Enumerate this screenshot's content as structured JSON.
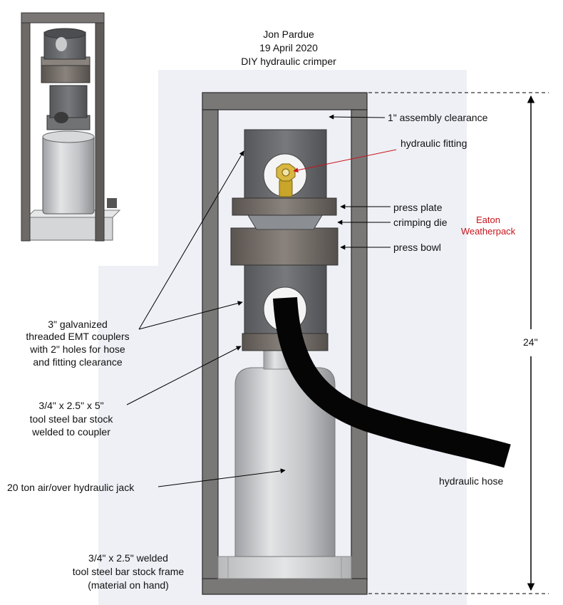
{
  "header": {
    "author": "Jon Pardue",
    "date": "19 April 2020",
    "title": "DIY hydraulic crimper"
  },
  "labels": {
    "assembly_clearance": "1\" assembly clearance",
    "hydraulic_fitting": "hydraulic fitting",
    "press_plate": "press plate",
    "crimping_die": "crimping die",
    "press_bowl": "press bowl",
    "eaton_line1": "Eaton",
    "eaton_line2": "Weatherpack",
    "dimension": "24\"",
    "couplers": [
      "3\" galvanized",
      "threaded EMT couplers",
      "with 2\" holes for hose",
      "and fitting clearance"
    ],
    "bar_stock": [
      "3/4\" x 2.5\" x 5\"",
      "tool steel bar stock",
      "welded to coupler"
    ],
    "jack": "20 ton air/over hydraulic jack",
    "hose": "hydraulic hose",
    "frame": [
      "3/4\" x 2.5\" welded",
      "tool steel bar stock frame",
      "(material on hand)"
    ]
  },
  "colors": {
    "frame": "#7a7877",
    "coupler": "#66686b",
    "jack": "#bfc1c4",
    "hose": "#050505",
    "fitting": "#c9a52a",
    "accent_red": "#c8141c"
  }
}
